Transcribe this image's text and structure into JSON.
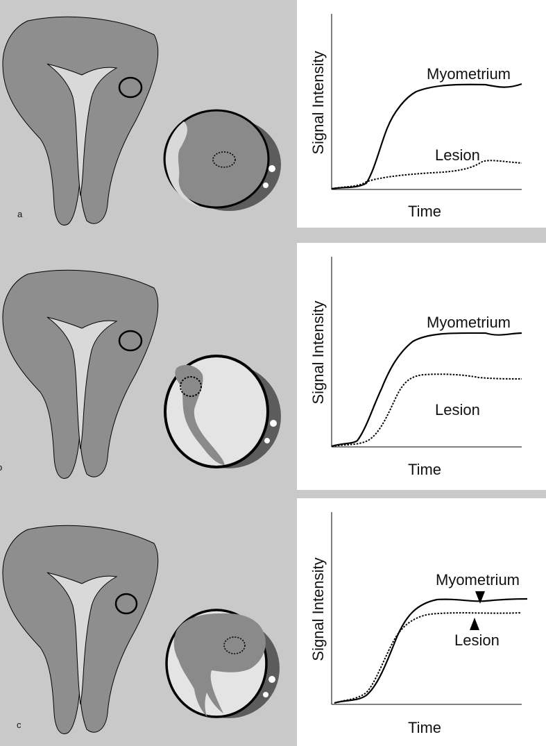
{
  "panels": [
    {
      "id": "a",
      "letter": "a",
      "axis": {
        "ylabel": "Signal Intensity",
        "xlabel": "Time"
      },
      "curve_labels": {
        "upper": "Myometrium",
        "lower": "Lesion"
      }
    },
    {
      "id": "b",
      "letter": "b",
      "axis": {
        "ylabel": "Signal Intensity",
        "xlabel": "Time"
      },
      "curve_labels": {
        "upper": "Myometrium",
        "lower": "Lesion"
      }
    },
    {
      "id": "c",
      "letter": "c",
      "axis": {
        "ylabel": "Signal Intensity",
        "xlabel": "Time"
      },
      "curve_labels": {
        "upper": "Myometrium",
        "lower": "Lesion"
      }
    }
  ],
  "colors": {
    "background": "#c9c9c9",
    "uterus": "#8e8e8e",
    "cavity": "#d9d9d9",
    "pellet_fill": "#e4e4e4",
    "pellet_gray": "#8a8a8a",
    "pellet_shadow": "#5c5c5c",
    "graph_bg": "#ffffff",
    "line": "#000000"
  }
}
